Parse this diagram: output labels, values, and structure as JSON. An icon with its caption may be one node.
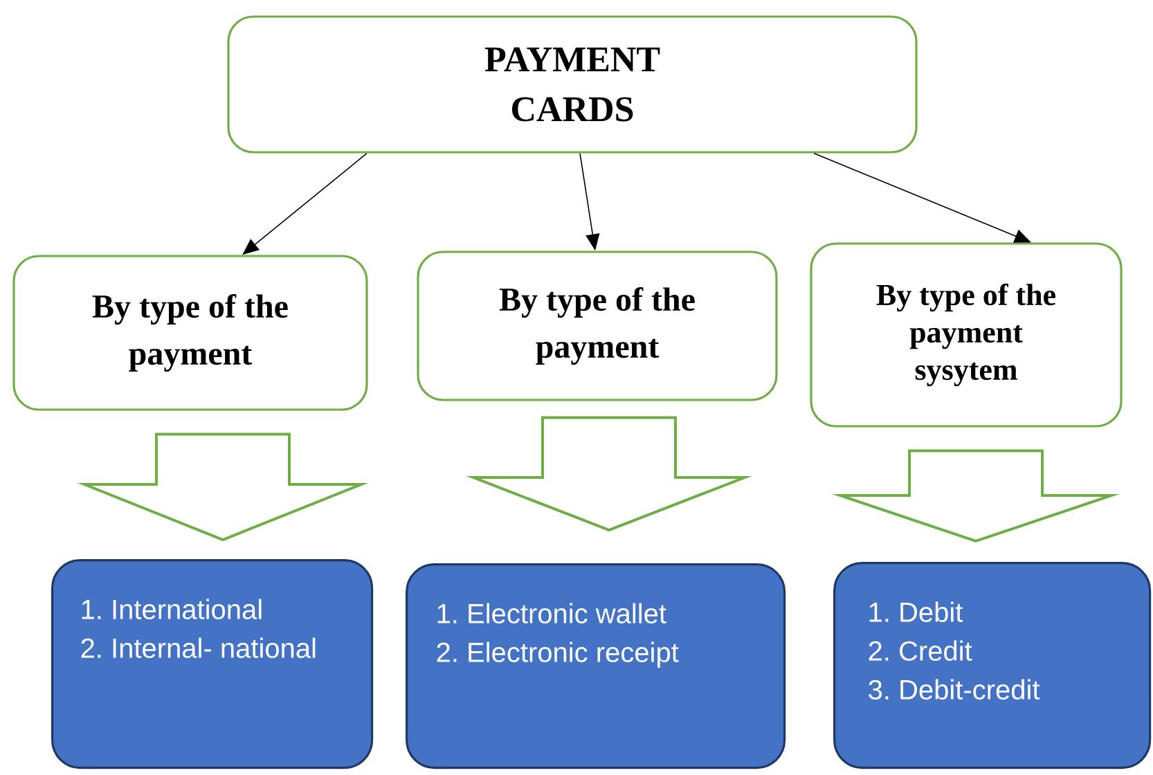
{
  "diagram": {
    "nodes": [
      {
        "text": [
          "PAYMENT CARDS"
        ]
      },
      {
        "text": [
          "By type of the payment"
        ]
      },
      {
        "text": [
          "By type of the payment"
        ]
      },
      {
        "text": [
          "By type of the payment sysytem"
        ]
      },
      {
        "text": [
          "1. International",
          "2. Internal- national"
        ]
      },
      {
        "text": [
          "1. Electronic wallet",
          "2. Electronic receipt"
        ]
      },
      {
        "text": [
          "1. Debit",
          "2. Credit",
          "3. Debit-credit"
        ]
      }
    ],
    "edges": [
      {
        "from": 0,
        "to": 1,
        "arrow": "to"
      },
      {
        "from": 0,
        "to": 2,
        "arrow": "to"
      },
      {
        "from": 0,
        "to": 3,
        "arrow": "to"
      },
      {
        "from": 1,
        "to": 4,
        "arrow": "to",
        "style": "thick",
        "color": "#70ad47"
      },
      {
        "from": 2,
        "to": 5,
        "arrow": "to",
        "style": "thick",
        "color": "#70ad47"
      },
      {
        "from": 3,
        "to": 6,
        "arrow": "to",
        "style": "thick",
        "color": "#70ad47"
      }
    ]
  }
}
